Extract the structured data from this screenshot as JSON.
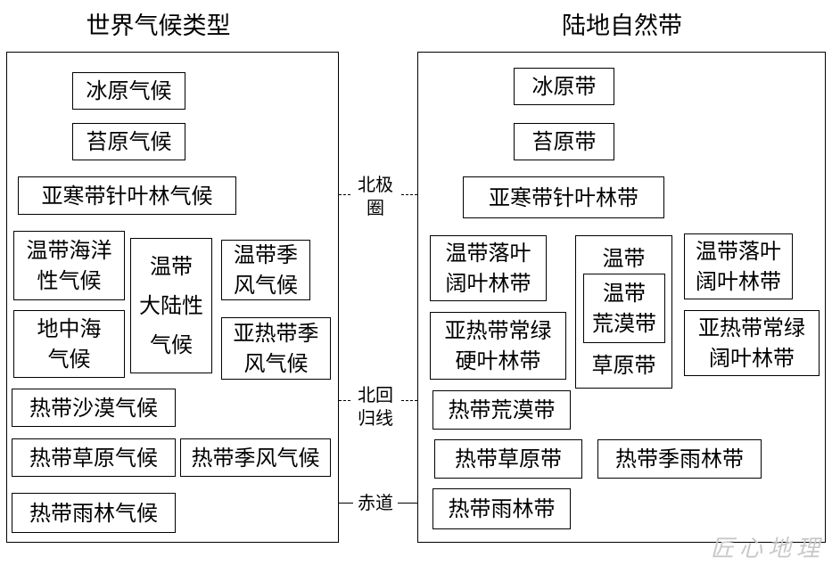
{
  "titles": {
    "left": "世界气候类型",
    "right": "陆地自然带"
  },
  "left": {
    "ice_cap": "冰原气候",
    "tundra": "苔原气候",
    "subarctic": "亚寒带针叶林气候",
    "temperate_oceanic": [
      "温带海洋",
      "性气候"
    ],
    "temperate_continental": [
      "温带",
      "大陆性",
      "气候"
    ],
    "temperate_monsoon": [
      "温带季",
      "风气候"
    ],
    "mediterranean": [
      "地中海",
      "气候"
    ],
    "subtropical_monsoon": [
      "亚热带季",
      "风气候"
    ],
    "tropical_desert": "热带沙漠气候",
    "tropical_savanna": "热带草原气候",
    "tropical_monsoon": "热带季风气候",
    "tropical_rainforest": "热带雨林气候"
  },
  "right": {
    "ice_cap": "冰原带",
    "tundra": "苔原带",
    "taiga": "亚寒带针叶林带",
    "temperate_deciduous_left": [
      "温带落叶",
      "阔叶林带"
    ],
    "temperate_group": {
      "top": "温带",
      "inner": [
        "温带",
        "荒漠带"
      ],
      "bottom": "草原带"
    },
    "temperate_deciduous_right": [
      "温带落叶",
      "阔叶林带"
    ],
    "subtropical_sclerophyll": [
      "亚热带常绿",
      "硬叶林带"
    ],
    "subtropical_evergreen": [
      "亚热带常绿",
      "阔叶林带"
    ],
    "tropical_desert": "热带荒漠带",
    "tropical_savanna": "热带草原带",
    "tropical_monsoon_forest": "热带季雨林带",
    "tropical_rainforest": "热带雨林带"
  },
  "middle": {
    "arctic_circle": [
      "北极",
      "圈"
    ],
    "tropic_of_cancer": [
      "北回",
      "归线"
    ],
    "equator": "赤道"
  },
  "watermark": "匠心地理"
}
